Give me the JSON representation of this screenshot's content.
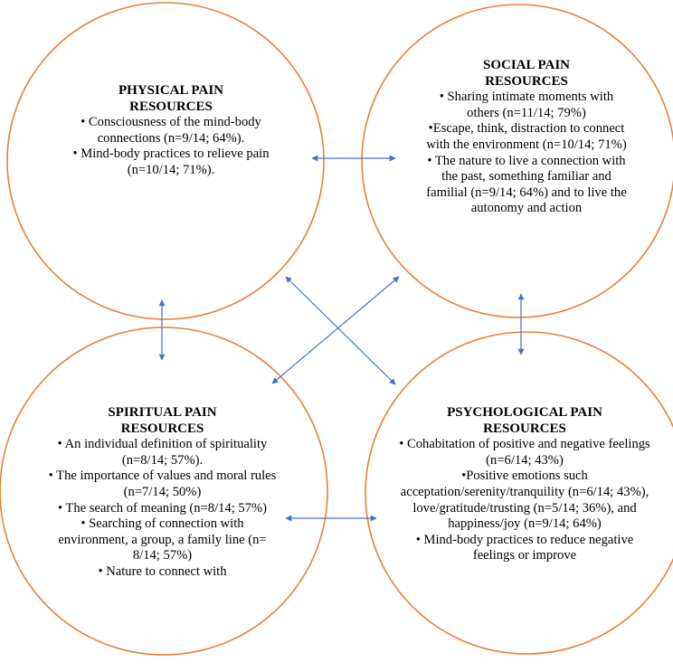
{
  "colors": {
    "circle_stroke": "#ED7D31",
    "arrow": "#4472C4",
    "text": "#000000",
    "background": "#FFFFFF"
  },
  "circles": {
    "physical": {
      "title_line1": "PHYSICAL PAIN",
      "title_line2": "RESOURCES",
      "items": [
        "• Consciousness of the mind-body connections (n=9/14; 64%).",
        "• Mind-body practices to relieve pain (n=10/14; 71%)."
      ]
    },
    "social": {
      "title_line1": "SOCIAL PAIN",
      "title_line2": "RESOURCES",
      "items": [
        "• Sharing intimate moments with others (n=11/14; 79%)",
        "•Escape, think, distraction to connect with the environment (n=10/14; 71%)",
        "• The nature to live a connection with the past, something familiar and familial (n=9/14; 64%) and to live the autonomy and action"
      ]
    },
    "spiritual": {
      "title_line1": "SPIRITUAL PAIN",
      "title_line2": "RESOURCES",
      "items": [
        "• An individual definition of spirituality (n=8/14; 57%).",
        "• The importance of values and moral rules (n=7/14; 50%)",
        "• The search of meaning (n=8/14; 57%)",
        "• Searching of connection with environment, a group, a family line (n= 8/14; 57%)",
        "• Nature to connect with"
      ]
    },
    "psychological": {
      "title_line1": "PSYCHOLOGICAL PAIN",
      "title_line2": "RESOURCES",
      "items": [
        "• Cohabitation of positive and negative feelings (n=6/14; 43%)",
        "•Positive emotions such acceptation/serenity/tranquility (n=6/14; 43%), love/gratitude/trusting (n=5/14; 36%), and happiness/joy (n=9/14; 64%)",
        "• Mind-body practices to reduce negative feelings or improve"
      ]
    }
  }
}
